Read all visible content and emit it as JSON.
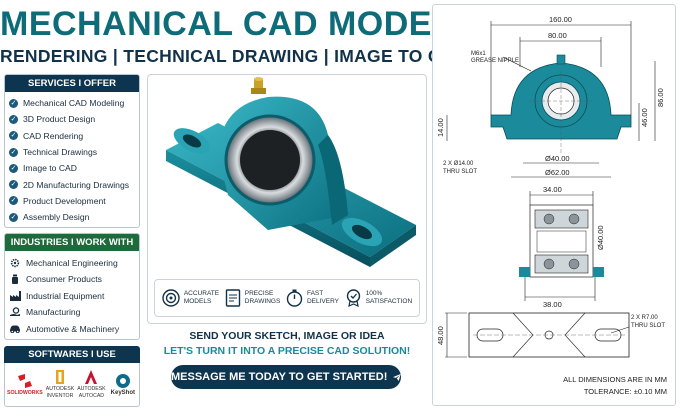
{
  "header": {
    "title": "MECHANICAL CAD MODELING",
    "subtitle": "RENDERING | TECHNICAL DRAWING | IMAGE TO CAD"
  },
  "services": {
    "heading": "SERVICES I OFFER",
    "items": [
      "Mechanical CAD Modeling",
      "3D Product Design",
      "CAD Rendering",
      "Technical Drawings",
      "Image to CAD",
      "2D Manufacturing Drawings",
      "Product Development",
      "Assembly Design"
    ]
  },
  "industries": {
    "heading": "INDUSTRIES I WORK WITH",
    "items": [
      {
        "label": "Mechanical Engineering",
        "icon": "gear-icon"
      },
      {
        "label": "Consumer Products",
        "icon": "bottle-icon"
      },
      {
        "label": "Industrial Equipment",
        "icon": "factory-icon"
      },
      {
        "label": "Manufacturing",
        "icon": "hand-gear-icon"
      },
      {
        "label": "Automotive & Machinery",
        "icon": "car-icon"
      }
    ]
  },
  "software": {
    "heading": "SOFTWARES I USE",
    "items": [
      {
        "label": "SOLIDWORKS",
        "icon": "solidworks-logo"
      },
      {
        "label1": "AUTODESK",
        "label2": "INVENTOR",
        "icon": "inventor-logo"
      },
      {
        "label1": "AUTODESK",
        "label2": "AUTOCAD",
        "icon": "autocad-logo"
      },
      {
        "label": "KeyShot",
        "icon": "keyshot-logo"
      }
    ]
  },
  "features": [
    {
      "line1": "ACCURATE",
      "line2": "MODELS",
      "icon": "target-icon"
    },
    {
      "line1": "PRECISE",
      "line2": "DRAWINGS",
      "icon": "document-icon"
    },
    {
      "line1": "FAST",
      "line2": "DELIVERY",
      "icon": "stopwatch-icon"
    },
    {
      "line1": "100%",
      "line2": "SATISFACTION",
      "icon": "badge-icon"
    }
  ],
  "cta": {
    "line1": "SEND YOUR SKETCH, IMAGE OR IDEA",
    "line2": "LET'S TURN IT INTO A PRECISE CAD SOLUTION!",
    "button": "MESSAGE ME TODAY TO GET STARTED!"
  },
  "drawing": {
    "top_view": {
      "width": "160.00",
      "inner_width": "80.00",
      "nipple1": "M6x1",
      "nipple2": "GREASE NIPPLE",
      "height": "86.00",
      "center_height": "46.00",
      "base": "14.00",
      "slot1": "2 X Ø14.00",
      "slot2": "THRU SLOT",
      "bore": "Ø40.00",
      "outer": "Ø62.00"
    },
    "section_view": {
      "top": "34.00",
      "bore": "Ø40.00",
      "bottom": "38.00"
    },
    "bottom_view": {
      "height": "48.00",
      "slot1": "2 X R7.00",
      "slot2": "THRU SLOT"
    },
    "note1": "ALL DIMENSIONS ARE IN MM",
    "note2": "TOLERANCE: ±0.10 MM"
  }
}
